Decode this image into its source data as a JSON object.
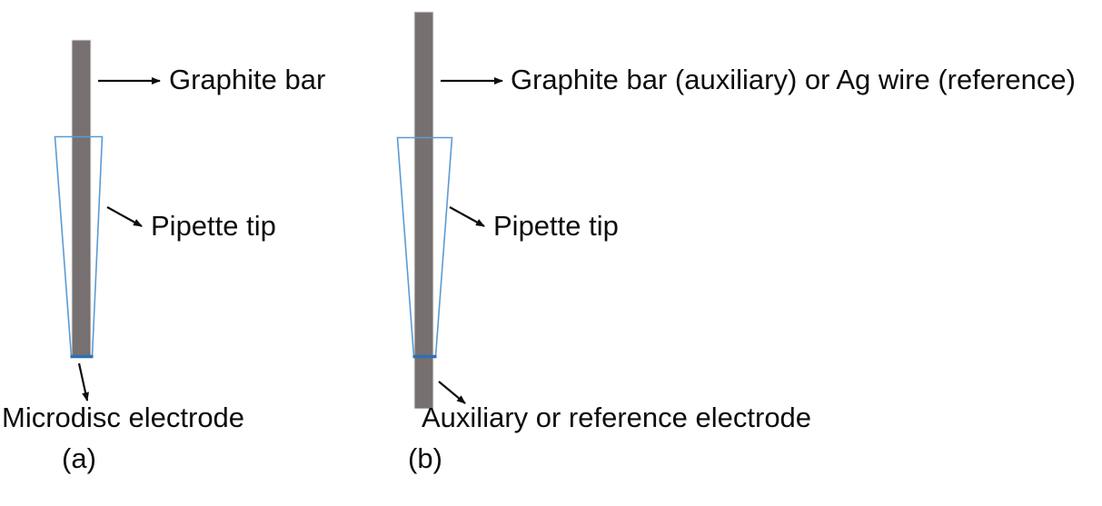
{
  "figure": {
    "background_color": "#ffffff",
    "graphite_color": "#767070",
    "pipette_outline_color": "#5b9bd5",
    "arrow_color": "#0d0d0d",
    "text_color": "#0d0d0d",
    "panels": [
      {
        "id": "a",
        "panel_label": "(a)",
        "labels": {
          "graphite": "Graphite bar",
          "pipette": "Pipette tip",
          "electrode": "Microdisc electrode"
        },
        "icons": {
          "graphite_arrow": "arrow-right-icon",
          "pipette_arrow": "arrow-down-right-icon",
          "electrode_arrow": "arrow-down-icon"
        },
        "shapes": {
          "graphite_bar": "graphite-bar-shape",
          "pipette_outline": "pipette-taper-shape",
          "tip_seal": "pipette-tip-seal-shape"
        }
      },
      {
        "id": "b",
        "panel_label": "(b)",
        "labels": {
          "graphite": "Graphite bar (auxiliary) or Ag wire (reference)",
          "pipette": "Pipette tip",
          "electrode": "Auxiliary or reference electrode"
        },
        "icons": {
          "graphite_arrow": "arrow-right-icon",
          "pipette_arrow": "arrow-down-right-icon",
          "electrode_arrow": "arrow-down-right-icon"
        },
        "shapes": {
          "graphite_bar": "graphite-bar-shape",
          "pipette_outline": "pipette-taper-shape",
          "tip_seal": "pipette-tip-seal-shape"
        }
      }
    ]
  }
}
